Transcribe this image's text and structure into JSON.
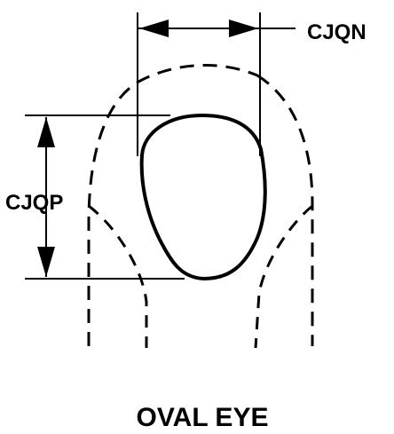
{
  "diagram": {
    "title": "OVAL EYE",
    "dimensions": {
      "width_label": "CJQN",
      "height_label": "CJQP"
    }
  },
  "style": {
    "line_color": "#000000",
    "background": "#ffffff"
  }
}
